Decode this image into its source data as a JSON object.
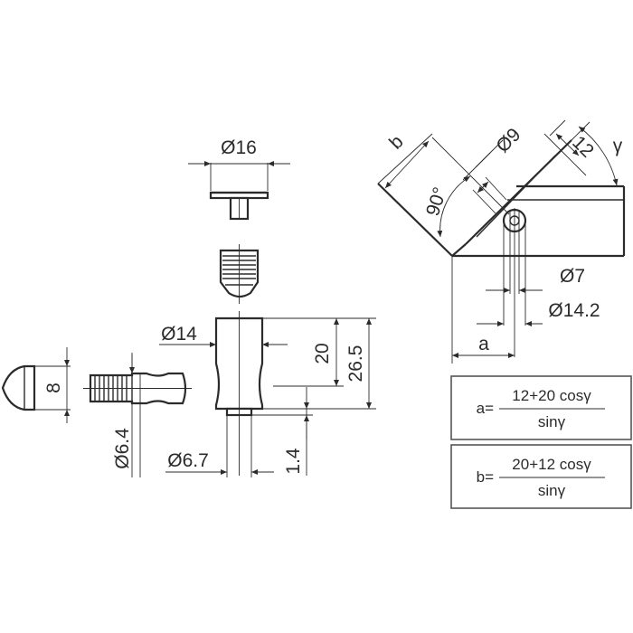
{
  "dimensions": {
    "d16": "Ø16",
    "d14": "Ø14",
    "d6_7": "Ø6.7",
    "d6_4": "Ø6.4",
    "h8": "8",
    "h20": "20",
    "h26_5": "26.5",
    "h1_4": "1.4",
    "d9": "Ø9",
    "d7": "Ø7",
    "d14_2": "Ø14.2",
    "l12": "12",
    "angle90": "90°",
    "gamma": "γ",
    "a": "a",
    "b": "b"
  },
  "formulas": {
    "a": {
      "lhs": "a=",
      "numerator": "12+20 cosγ",
      "denominator": "sinγ"
    },
    "b": {
      "lhs": "b=",
      "numerator": "20+12 cosγ",
      "denominator": "sinγ"
    }
  }
}
